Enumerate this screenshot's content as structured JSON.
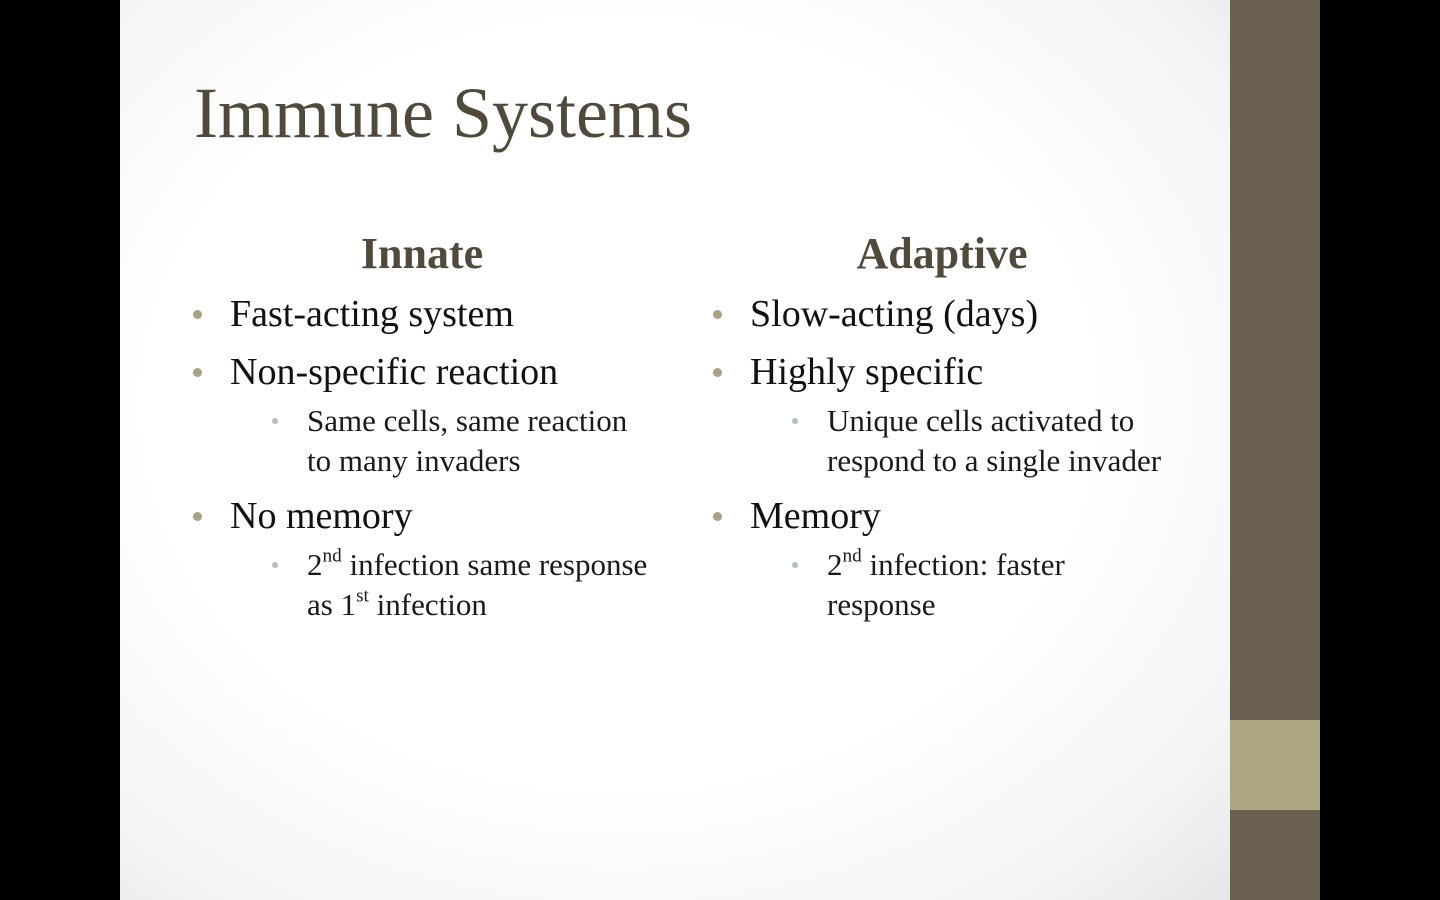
{
  "slide": {
    "title": "Immune Systems",
    "columns": [
      {
        "heading": "Innate",
        "items": [
          {
            "text": "Fast-acting system"
          },
          {
            "text": "Non-specific reaction",
            "sub": [
              "Same cells, same reaction to many invaders"
            ]
          },
          {
            "text": "No memory",
            "sub_rich": {
              "a": "2",
              "a_sup": "nd",
              "b": " infection same response as 1",
              "b_sup": "st",
              "c": " infection"
            }
          }
        ]
      },
      {
        "heading": "Adaptive",
        "items": [
          {
            "text": "Slow-acting (days)"
          },
          {
            "text": "Highly specific",
            "sub": [
              "Unique cells activated to respond to a single invader"
            ]
          },
          {
            "text": "Memory",
            "sub_rich": {
              "a": "2",
              "a_sup": "nd",
              "b": " infection: faster response"
            }
          }
        ]
      }
    ]
  },
  "colors": {
    "title": "#4f4a3c",
    "band": "#6b604f",
    "accent": "#aca57f",
    "bullet": "#a8a283"
  }
}
